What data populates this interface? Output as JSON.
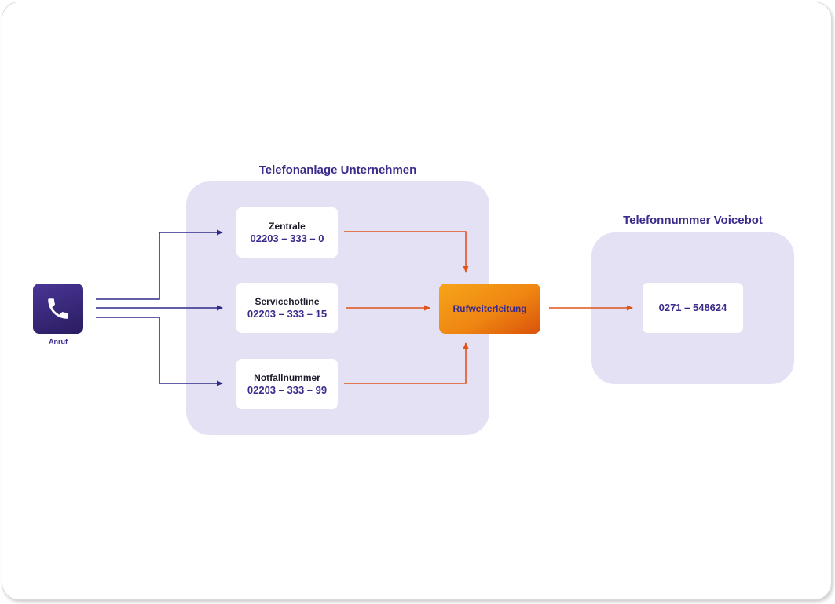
{
  "caller": {
    "label": "Anruf",
    "icon": "phone-icon"
  },
  "company_group": {
    "title": "Telefonanlage Unternehmen",
    "nodes": [
      {
        "label": "Zentrale",
        "number": "02203 – 333 – 0"
      },
      {
        "label": "Servicehotline",
        "number": "02203 – 333 – 15"
      },
      {
        "label": "Notfallnummer",
        "number": "02203 – 333 – 99"
      }
    ]
  },
  "forwarding": {
    "label": "Rufweiterleitung"
  },
  "voicebot_group": {
    "title": "Telefonnummer Voicebot",
    "number": "0271 – 548624"
  },
  "colors": {
    "primary_purple": "#3a2a8c",
    "panel_lavender": "#e4e1f4",
    "connector_purple": "#2e2a8a",
    "connector_orange": "#e0541a",
    "accent_orange": "#f39214"
  }
}
